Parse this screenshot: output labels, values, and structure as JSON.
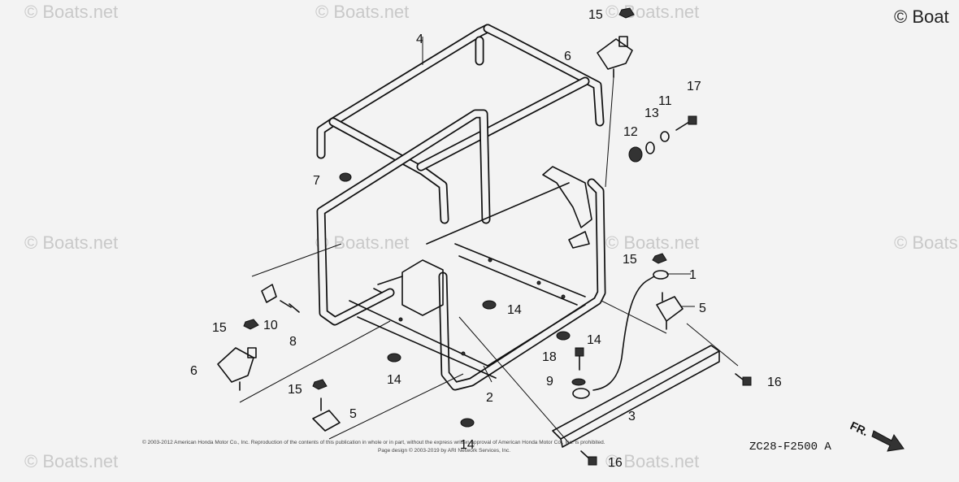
{
  "watermarks": [
    "© Boats.net",
    "© Boats.net",
    "© Boats.net",
    "© Boats.net",
    "© Boats.net",
    "© Boats.net",
    "© Boats.net",
    "© Boats.net",
    "© Boats.net"
  ],
  "corner_watermark": "© Boat",
  "drawing_code": "ZC28-F2500 A",
  "front_label": "FR.",
  "footer_line1": "© 2003-2012 American Honda Motor Co., Inc. Reproduction of the contents of this publication in whole or in part, without the express written approval of American Honda Motor Co., Inc. is prohibited.",
  "footer_line2": "Page design © 2003-2019 by ARI Network Services, Inc.",
  "callouts": {
    "c1": "1",
    "c2": "2",
    "c3": "3",
    "c4": "4",
    "c5a": "5",
    "c5b": "5",
    "c6a": "6",
    "c6b": "6",
    "c7": "7",
    "c8": "8",
    "c9": "9",
    "c10": "10",
    "c11": "11",
    "c12": "12",
    "c13": "13",
    "c14a": "14",
    "c14b": "14",
    "c14c": "14",
    "c14d": "14",
    "c15a": "15",
    "c15b": "15",
    "c15c": "15",
    "c15d": "15",
    "c16a": "16",
    "c16b": "16",
    "c17": "17",
    "c18": "18"
  }
}
